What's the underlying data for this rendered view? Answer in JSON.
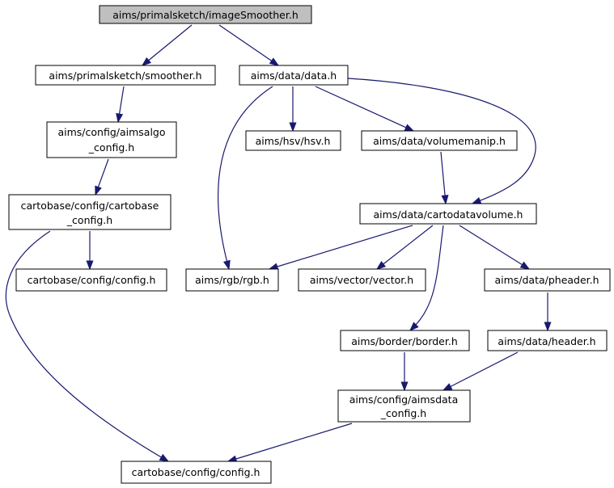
{
  "graph": {
    "root": "aims/primalsketch/imageSmoother.h",
    "nodes": {
      "image_smoother": [
        "aims/primalsketch/imageSmoother.h"
      ],
      "smoother": [
        "aims/primalsketch/smoother.h"
      ],
      "data": [
        "aims/data/data.h"
      ],
      "aimsalgo_config": [
        "aims/config/aimsalgo",
        "_config.h"
      ],
      "hsv": [
        "aims/hsv/hsv.h"
      ],
      "volumemanip": [
        "aims/data/volumemanip.h"
      ],
      "cartobase_config": [
        "cartobase/config/cartobase",
        "_config.h"
      ],
      "cartodatavolume": [
        "aims/data/cartodatavolume.h"
      ],
      "config_mid": [
        "cartobase/config/config.h"
      ],
      "rgb": [
        "aims/rgb/rgb.h"
      ],
      "vector": [
        "aims/vector/vector.h"
      ],
      "pheader": [
        "aims/data/pheader.h"
      ],
      "border": [
        "aims/border/border.h"
      ],
      "header": [
        "aims/data/header.h"
      ],
      "aimsdata_config": [
        "aims/config/aimsdata",
        "_config.h"
      ],
      "config_bottom": [
        "cartobase/config/config.h"
      ]
    },
    "edges": [
      [
        "image_smoother",
        "smoother"
      ],
      [
        "image_smoother",
        "data"
      ],
      [
        "smoother",
        "aimsalgo_config"
      ],
      [
        "aimsalgo_config",
        "cartobase_config"
      ],
      [
        "cartobase_config",
        "config_mid"
      ],
      [
        "cartobase_config",
        "config_bottom"
      ],
      [
        "data",
        "hsv"
      ],
      [
        "data",
        "volumemanip"
      ],
      [
        "data",
        "rgb"
      ],
      [
        "data",
        "cartodatavolume"
      ],
      [
        "volumemanip",
        "cartodatavolume"
      ],
      [
        "cartodatavolume",
        "rgb"
      ],
      [
        "cartodatavolume",
        "vector"
      ],
      [
        "cartodatavolume",
        "pheader"
      ],
      [
        "cartodatavolume",
        "border"
      ],
      [
        "pheader",
        "header"
      ],
      [
        "border",
        "aimsdata_config"
      ],
      [
        "header",
        "aimsdata_config"
      ],
      [
        "aimsdata_config",
        "config_bottom"
      ]
    ]
  }
}
